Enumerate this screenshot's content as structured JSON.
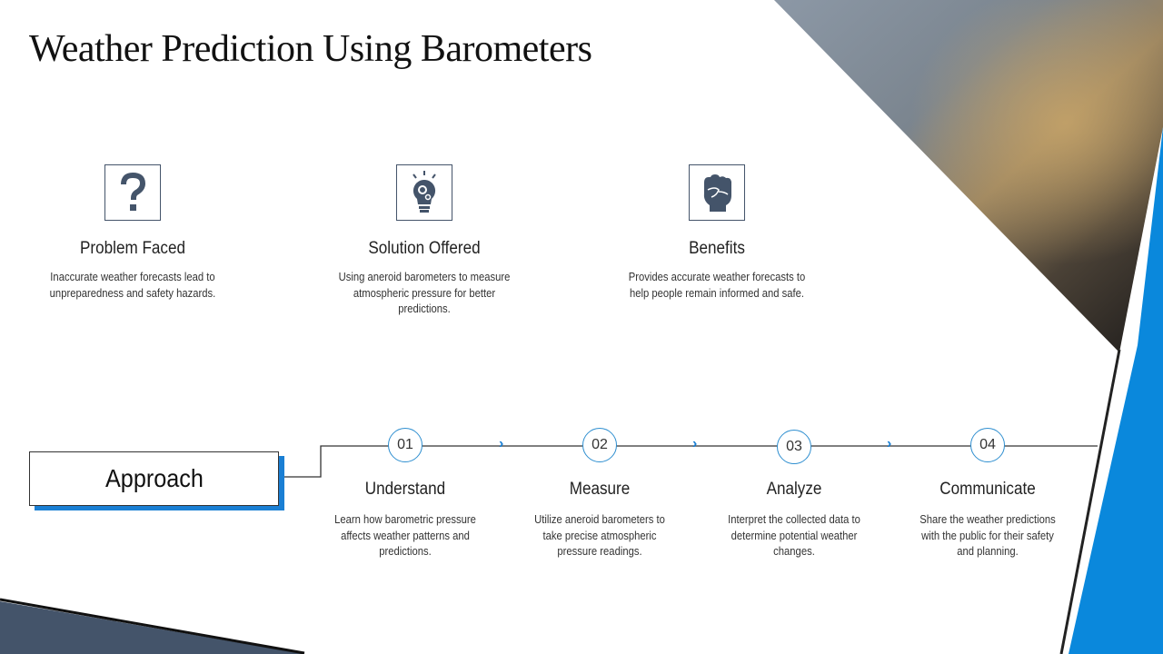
{
  "title": "Weather Prediction Using Barometers",
  "cards": [
    {
      "icon": "question-mark-icon",
      "heading": "Problem Faced",
      "text": "Inaccurate weather forecasts lead to unpreparedness and safety hazards."
    },
    {
      "icon": "lightbulb-gears-icon",
      "heading": "Solution Offered",
      "text": "Using aneroid barometers to measure atmospheric pressure for better predictions."
    },
    {
      "icon": "raised-fist-icon",
      "heading": "Benefits",
      "text": "Provides accurate weather forecasts to help people remain informed and safe."
    }
  ],
  "approach_label": "Approach",
  "steps": [
    {
      "num": "01",
      "heading": "Understand",
      "text": "Learn how barometric pressure affects weather patterns and predictions."
    },
    {
      "num": "02",
      "heading": "Measure",
      "text": "Utilize aneroid barometers to take precise atmospheric pressure readings."
    },
    {
      "num": "03",
      "heading": "Analyze",
      "text": "Interpret the collected data to determine potential weather changes."
    },
    {
      "num": "04",
      "heading": "Communicate",
      "text": "Share the weather predictions with the public for their safety and planning."
    }
  ],
  "colors": {
    "accent": "#1a7fd4",
    "dark": "#44546a"
  }
}
